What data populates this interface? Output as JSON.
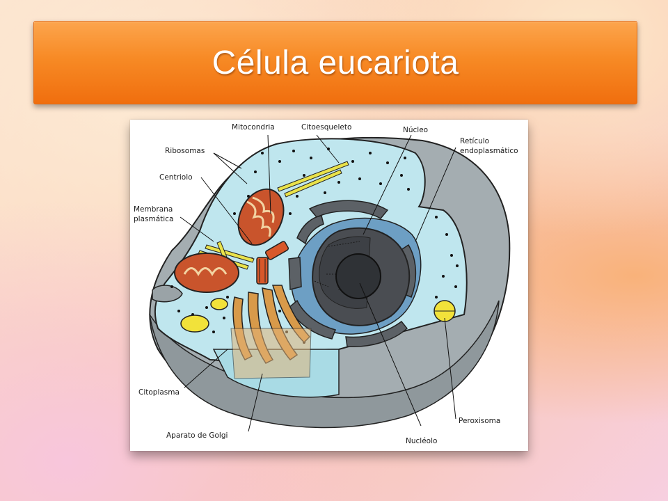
{
  "slide": {
    "title": "Célula eucariota"
  },
  "diagram": {
    "labels": {
      "mitocondria": "Mitocondria",
      "citoesqueleto": "Citoesqueleto",
      "nucleo": "Núcleo",
      "reticulo_1": "Retículo",
      "reticulo_2": "endoplasmático",
      "ribosomas": "Ribosomas",
      "centriolo": "Centriolo",
      "membrana_1": "Membrana",
      "membrana_2": "plasmática",
      "citoplasma": "Citoplasma",
      "golgi": "Aparato de Golgi",
      "nucleolo": "Nucléolo",
      "peroxisoma": "Peroxisoma"
    },
    "colors": {
      "cytoplasm": "#bfe6ee",
      "membrane": "#a4adb1",
      "nucleus_dark": "#4a4d52",
      "er": "#6d9fc4",
      "mitochondria": "#c9542c",
      "golgi": "#d89a4a",
      "vesicles": "#f2e23a"
    }
  }
}
